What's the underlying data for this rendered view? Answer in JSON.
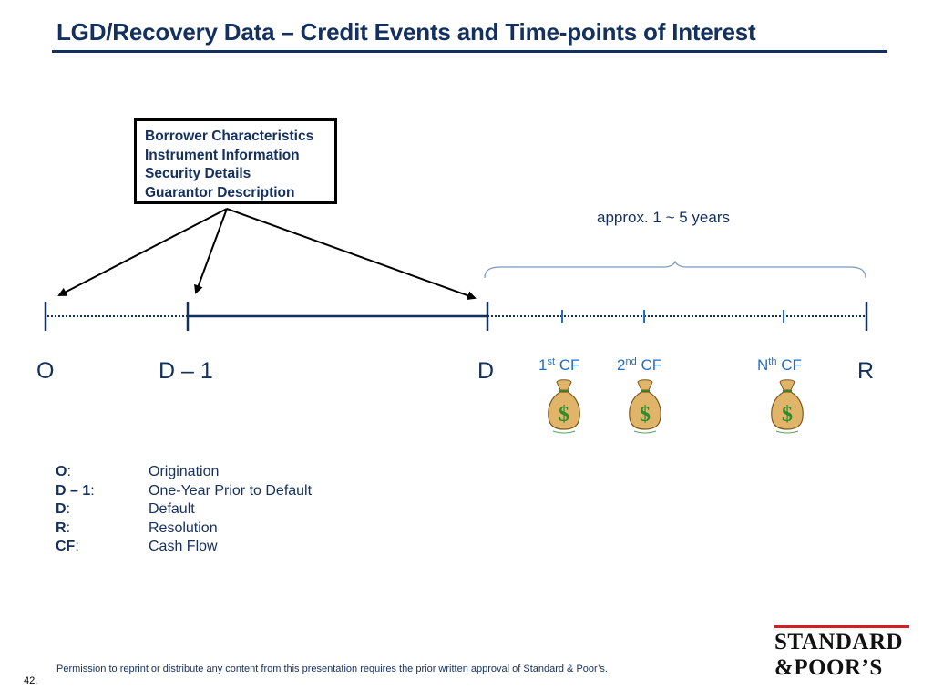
{
  "slide": {
    "title": "LGD/Recovery Data – Credit Events and Time-points of Interest",
    "page_number": "42.",
    "footer_note": "Permission to reprint or distribute any content from this presentation requires the prior written approval of Standard & Poor’s.",
    "logo": {
      "line1": "STANDARD",
      "line2": "&POOR’S"
    }
  },
  "info_box": {
    "lines": [
      "Borrower Characteristics",
      "Instrument Information",
      "Security Details",
      "Guarantor Description"
    ]
  },
  "timeline": {
    "span_label": "approx. 1 ~ 5 years",
    "points": {
      "O": "O",
      "D1": "D – 1",
      "D": "D",
      "R": "R"
    },
    "cash_flows": [
      {
        "base": "1",
        "sup": "st",
        "suffix": " CF"
      },
      {
        "base": "2",
        "sup": "nd",
        "suffix": " CF"
      },
      {
        "base": "N",
        "sup": "th",
        "suffix": " CF"
      }
    ],
    "bag_symbol": "$"
  },
  "legend": [
    {
      "term": "O",
      "desc": "Origination"
    },
    {
      "term": "D – 1",
      "desc": "One-Year Prior to Default"
    },
    {
      "term": "D",
      "desc": "Default"
    },
    {
      "term": "R",
      "desc": "Resolution"
    },
    {
      "term": "CF",
      "desc": "Cash Flow"
    }
  ],
  "colors": {
    "title": "#14305e",
    "line": "#14305e",
    "accent": "#1f6fc5",
    "bag": "#e0b56a",
    "dollar": "#2e8b2e",
    "logo_rule": "#d11f25"
  }
}
